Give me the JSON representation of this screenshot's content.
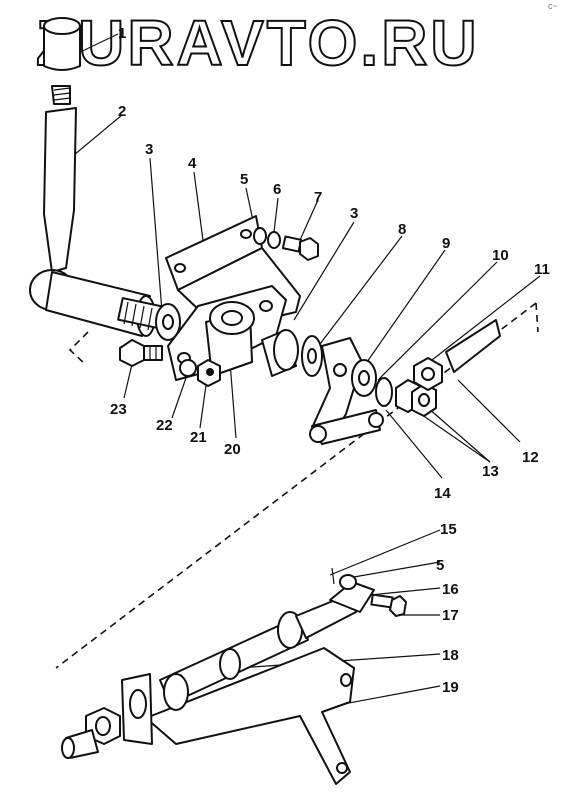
{
  "watermark": "ZURAVTO.RU",
  "corner_mark": "c~",
  "callouts": [
    "1",
    "2",
    "3",
    "3",
    "4",
    "5",
    "5",
    "6",
    "7",
    "8",
    "9",
    "10",
    "11",
    "12",
    "13",
    "14",
    "15",
    "16",
    "17",
    "18",
    "19",
    "20",
    "21",
    "22",
    "23"
  ]
}
